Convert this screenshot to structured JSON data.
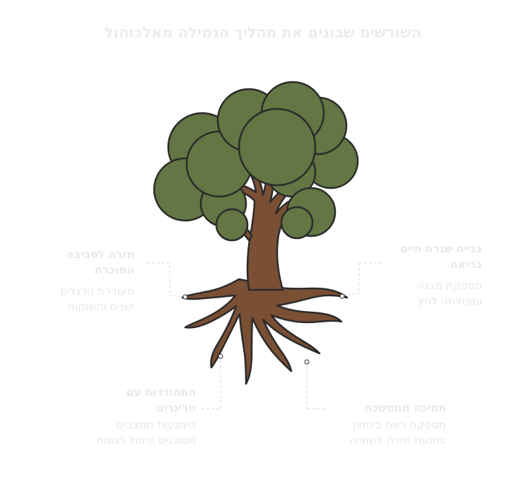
{
  "title": "השורשים שבונים את תהליך הגמילה מאלכוהול",
  "roots": [
    {
      "heading": "בניית שגרת חיים בריאה",
      "body": "מספקת מבנה ומפחיתה לחץ"
    },
    {
      "heading": "חזרה לסביבה המוכרת",
      "body": "מעוררת הרגלים ישנים ותשוקות"
    },
    {
      "heading": "התמודדות עם טריגרים",
      "body": "הימנעות ממצבים מסוכנים וניהול רגשות"
    },
    {
      "heading": "תמיכה מתמשכת",
      "body": "מספקת רשת ביטחון ומונעת חזרה לשתייה"
    }
  ],
  "colors": {
    "foliage": "#637643",
    "trunk": "#7a4f34",
    "outline": "#2b2b2b",
    "label_text": "#e8e8e8"
  }
}
